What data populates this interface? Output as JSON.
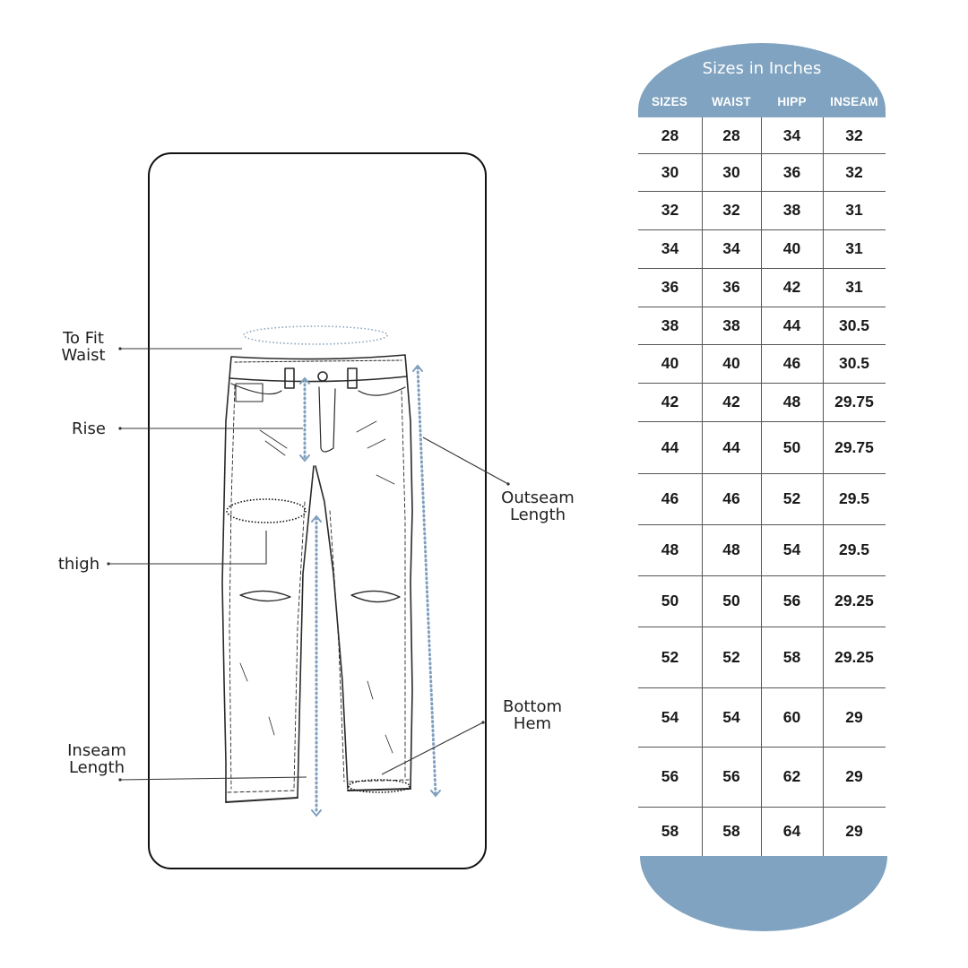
{
  "diagram": {
    "type": "jeans-measurement-guide",
    "labels": {
      "waist": [
        "To Fit",
        "Waist"
      ],
      "rise": [
        "Rise"
      ],
      "thigh": [
        "thigh"
      ],
      "outseam": [
        "Outseam",
        "Length"
      ],
      "bottom_hem": [
        "Bottom",
        "Hem"
      ],
      "inseam": [
        "Inseam",
        "Length"
      ]
    },
    "colors": {
      "accent": "#7fa3c0",
      "arrow": "#7f9fbf",
      "line": "#222222",
      "frame": "#111111"
    }
  },
  "size_chart": {
    "title": "Sizes in Inches",
    "columns": [
      "SIZES",
      "WAIST",
      "HIPP",
      "INSEAM"
    ],
    "rows": [
      [
        "28",
        "28",
        "34",
        "32"
      ],
      [
        "30",
        "30",
        "36",
        "32"
      ],
      [
        "32",
        "32",
        "38",
        "31"
      ],
      [
        "34",
        "34",
        "40",
        "31"
      ],
      [
        "36",
        "36",
        "42",
        "31"
      ],
      [
        "38",
        "38",
        "44",
        "30.5"
      ],
      [
        "40",
        "40",
        "46",
        "30.5"
      ],
      [
        "42",
        "42",
        "48",
        "29.75"
      ],
      [
        "44",
        "44",
        "50",
        "29.75"
      ],
      [
        "46",
        "46",
        "52",
        "29.5"
      ],
      [
        "48",
        "48",
        "54",
        "29.5"
      ],
      [
        "50",
        "50",
        "56",
        "29.25"
      ],
      [
        "52",
        "52",
        "58",
        "29.25"
      ],
      [
        "54",
        "54",
        "60",
        "29"
      ],
      [
        "56",
        "56",
        "62",
        "29"
      ],
      [
        "58",
        "58",
        "64",
        "29"
      ]
    ]
  }
}
